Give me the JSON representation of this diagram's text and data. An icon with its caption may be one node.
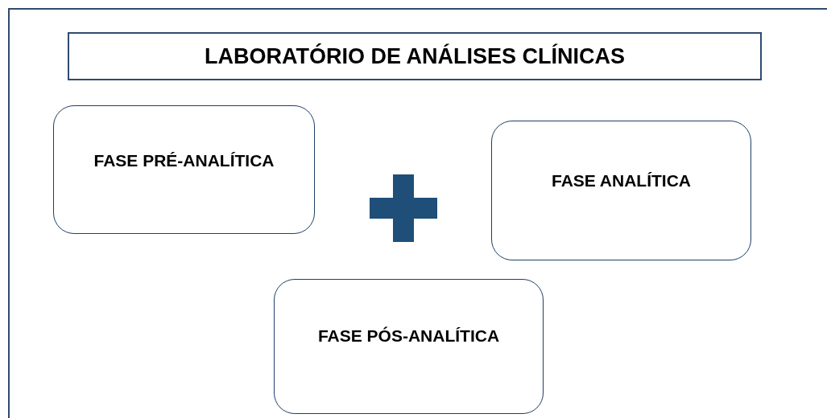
{
  "diagram": {
    "title": "LABORATÓRIO DE ANÁLISES CLÍNICAS",
    "nodes": [
      {
        "text": [
          "FASE PRÉ-ANALÍTICA"
        ]
      },
      {
        "text": [
          "FASE ANALÍTICA"
        ]
      },
      {
        "text": [
          "FASE PÓS-ANALÍTICA"
        ]
      }
    ]
  }
}
